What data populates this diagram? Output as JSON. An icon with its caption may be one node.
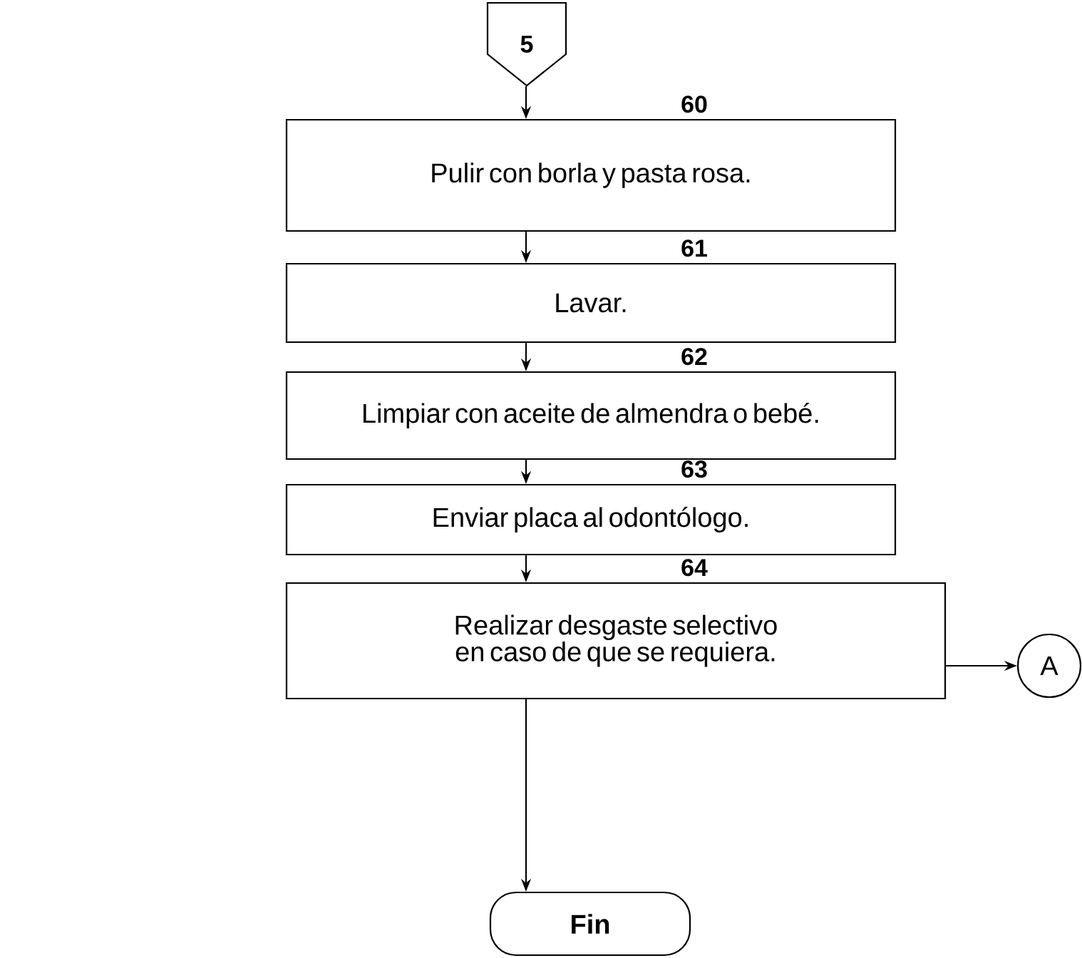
{
  "diagram": {
    "nodes": [
      {
        "text": [
          "5"
        ]
      },
      {
        "text": [
          "Pulir con borla y pasta rosa."
        ],
        "beside": [
          "60"
        ]
      },
      {
        "text": [
          "Lavar."
        ],
        "beside": [
          "61"
        ]
      },
      {
        "text": [
          "Limpiar con aceite de almendra o bebé."
        ],
        "beside": [
          "62"
        ]
      },
      {
        "text": [
          "Enviar placa al odontólogo."
        ],
        "beside": [
          "63"
        ]
      },
      {
        "text": [
          "Realizar desgaste selectivo en caso de que se requiera."
        ],
        "beside": [
          "64"
        ]
      },
      {
        "text": [
          "A"
        ]
      },
      {
        "text": [
          "Fin"
        ]
      }
    ],
    "edges": [
      {
        "from": 0,
        "to": 1,
        "arrow": "to"
      },
      {
        "from": 1,
        "to": 2,
        "arrow": "to"
      },
      {
        "from": 2,
        "to": 3,
        "arrow": "to"
      },
      {
        "from": 3,
        "to": 4,
        "arrow": "to"
      },
      {
        "from": 4,
        "to": 5,
        "arrow": "to"
      },
      {
        "from": 5,
        "to": 6,
        "arrow": "to"
      },
      {
        "from": 5,
        "to": 7,
        "arrow": "to"
      }
    ]
  }
}
